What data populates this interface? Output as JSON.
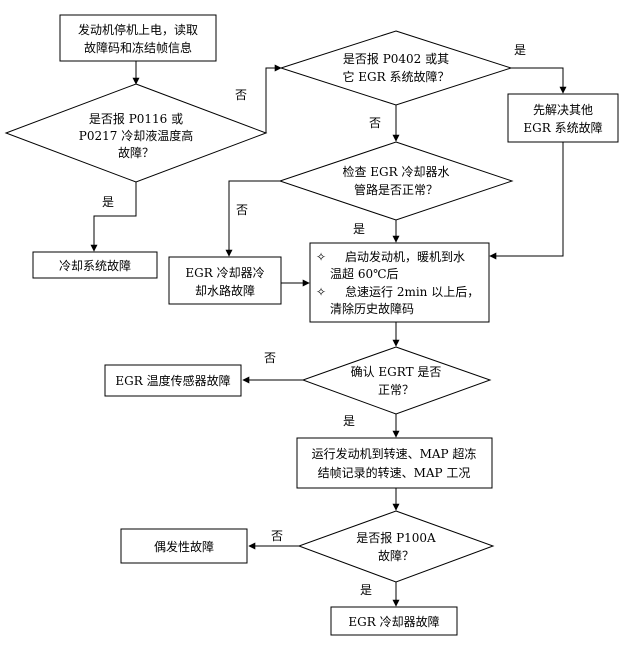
{
  "nodes": {
    "start": {
      "lines": [
        "发动机停机上电，读取",
        "故障码和冻结帧信息"
      ]
    },
    "q1": {
      "lines": [
        "是否报 P0116 或",
        "P0217 冷却液温度高",
        "故障？"
      ]
    },
    "q2": {
      "lines": [
        "是否报 P0402 或其",
        "它 EGR 系统故障？"
      ]
    },
    "fix_other": {
      "lines": [
        "先解决其他",
        "EGR 系统故障"
      ]
    },
    "q3": {
      "lines": [
        "检查 EGR 冷却器水",
        "管路是否正常？"
      ]
    },
    "cooling_fault": {
      "lines": [
        "冷却系统故障"
      ]
    },
    "water_fault": {
      "lines": [
        "EGR 冷却器冷",
        "却水路故障"
      ]
    },
    "procedure": {
      "lines": [
        "启动发动机，暖机到水",
        "温超 60℃后",
        "怠速运行 2min 以上后，",
        "清除历史故障码"
      ],
      "bullets": [
        "✧",
        "✧"
      ]
    },
    "q4": {
      "lines": [
        "确认 EGRT 是否",
        "正常？"
      ]
    },
    "temp_sensor": {
      "lines": [
        "EGR 温度传感器故障"
      ]
    },
    "run": {
      "lines": [
        "运行发动机到转速、MAP 超冻",
        "结帧记录的转速、MAP 工况"
      ]
    },
    "q5": {
      "lines": [
        "是否报 P100A",
        "故障？"
      ]
    },
    "intermittent": {
      "lines": [
        "偶发性故障"
      ]
    },
    "cooler_fault": {
      "lines": [
        "EGR 冷却器故障"
      ]
    }
  },
  "edge_labels": {
    "yes": "是",
    "no": "否"
  }
}
